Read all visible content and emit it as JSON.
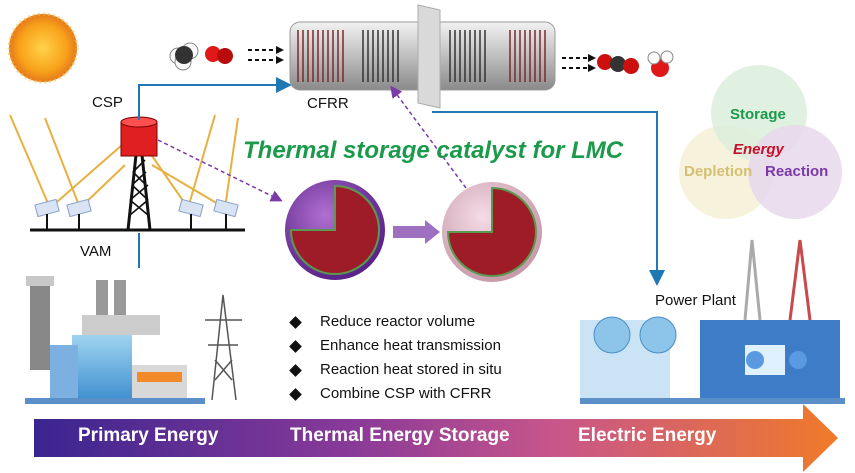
{
  "title": "Thermal storage catalyst for LMC",
  "labels": {
    "csp": "CSP",
    "cfrr": "CFRR",
    "vam": "VAM",
    "power_plant": "Power Plant"
  },
  "venn": {
    "storage": "Storage",
    "energy": "Energy",
    "depletion": "Depletion",
    "reaction": "Reaction"
  },
  "bullets": [
    "Reduce reactor volume",
    "Enhance heat transmission",
    "Reaction heat stored in situ",
    "Combine CSP with CFRR"
  ],
  "energy_bar": {
    "primary": "Primary Energy",
    "storage": "Thermal Energy Storage",
    "electric": "Electric Energy"
  },
  "colors": {
    "title": "#1a9a4a",
    "flow_line": "#1f78b4",
    "bar_start": "#3a2590",
    "bar_mid": "#b04a8a",
    "bar_end": "#f07a28"
  }
}
